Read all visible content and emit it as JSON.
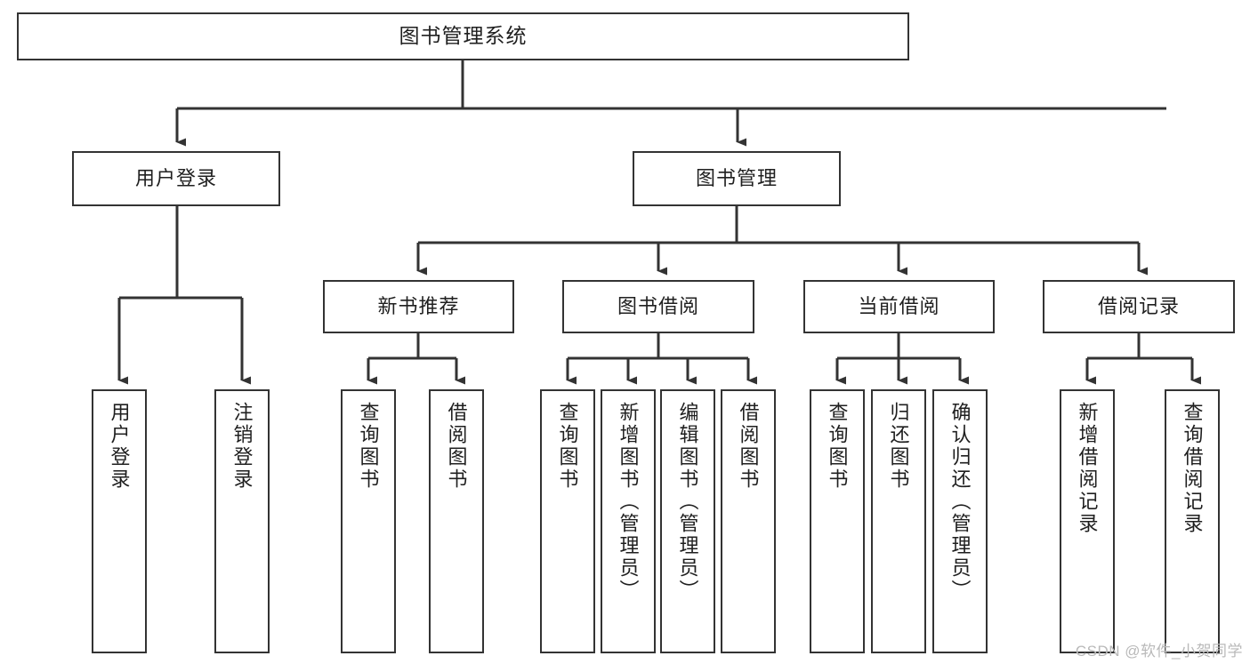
{
  "diagram": {
    "title": "图书管理系统",
    "type": "tree-hierarchy",
    "orientation": "top-down",
    "colors": {
      "box_border": "#333333",
      "box_fill": "#ffffff",
      "edge": "#333333",
      "text": "#1f1f1f",
      "watermark": "#b9b9b9",
      "background": "#ffffff"
    },
    "root": {
      "label": "图书管理系统"
    },
    "level2": [
      {
        "label": "用户登录"
      },
      {
        "label": "图书管理"
      }
    ],
    "level3": [
      {
        "label": "新书推荐"
      },
      {
        "label": "图书借阅"
      },
      {
        "label": "当前借阅"
      },
      {
        "label": "借阅记录"
      }
    ],
    "leaves": {
      "user_login": [
        {
          "label": "用户登录"
        },
        {
          "label": "注销登录"
        }
      ],
      "new_book_recommend": [
        {
          "label": "查询图书"
        },
        {
          "label": "借阅图书"
        }
      ],
      "book_borrow": [
        {
          "label": "查询图书"
        },
        {
          "label": "新增图书（管理员）"
        },
        {
          "label": "编辑图书（管理员）"
        },
        {
          "label": "借阅图书"
        }
      ],
      "current_borrow": [
        {
          "label": "查询图书"
        },
        {
          "label": "归还图书"
        },
        {
          "label": "确认归还（管理员）"
        }
      ],
      "borrow_record": [
        {
          "label": "新增借阅记录"
        },
        {
          "label": "查询借阅记录"
        }
      ]
    }
  },
  "watermark": {
    "text": "CSDN @软件_小贺同学"
  }
}
